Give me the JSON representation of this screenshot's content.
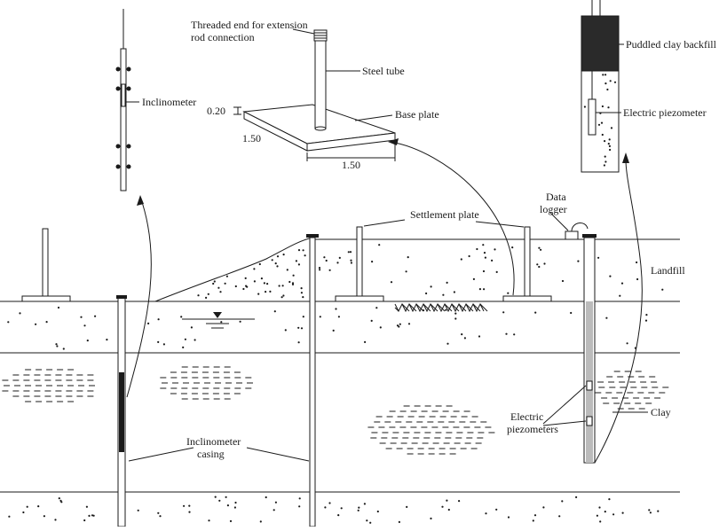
{
  "labels": {
    "threaded_end_line1": "Threaded end for extension",
    "threaded_end_line2": "rod connection",
    "steel_tube": "Steel tube",
    "base_plate": "Base plate",
    "dim_thickness": "0.20",
    "dim_side": "1.50",
    "dim_width": "1.50",
    "inclinometer": "Inclinometer",
    "puddled_clay": "Puddled clay backfill",
    "electric_piezometer": "Electric piezometer",
    "settlement_plate": "Settlement plate",
    "data_logger_line1": "Data",
    "data_logger_line2": "logger",
    "landfill": "Landfill",
    "clay": "Clay",
    "electric_piezometers_line1": "Electric",
    "electric_piezometers_line2": "piezometers",
    "inclinometer_casing_line1": "Inclinometer",
    "inclinometer_casing_line2": "casing"
  },
  "colors": {
    "ink": "#1a1a1a",
    "backfill": "#2a2a2a",
    "casing_gray": "#bbbbbb"
  }
}
